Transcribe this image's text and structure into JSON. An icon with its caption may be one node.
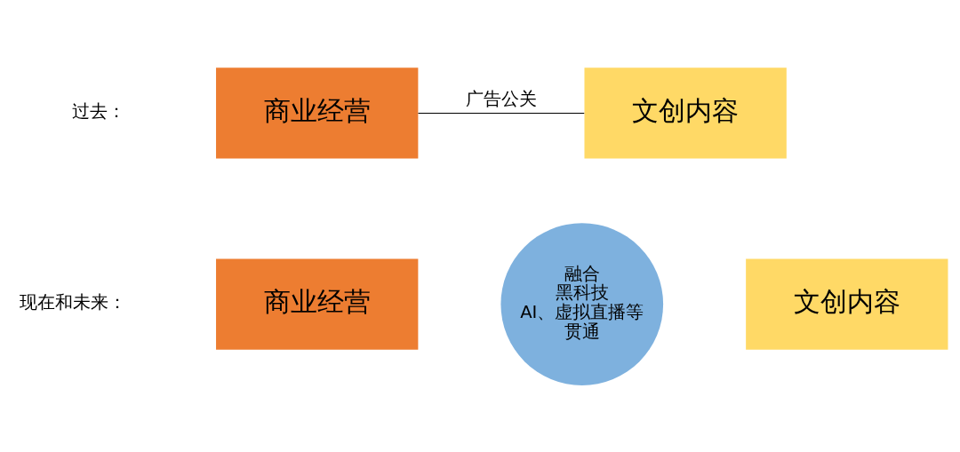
{
  "diagram": {
    "nodes": [
      {
        "text": [
          "商业经营"
        ]
      },
      {
        "text": [
          "文创内容"
        ]
      },
      {
        "text": [
          "商业经营"
        ]
      },
      {
        "text": [
          "融合",
          "黑科技",
          "AI、虚拟直播等",
          "贯通"
        ]
      },
      {
        "text": [
          "文创内容"
        ]
      }
    ],
    "edges": [
      {
        "from": 0,
        "to": 1,
        "arrow": "none",
        "label": "广告公关"
      }
    ],
    "labels": [
      "过去：",
      "现在和未来："
    ]
  }
}
